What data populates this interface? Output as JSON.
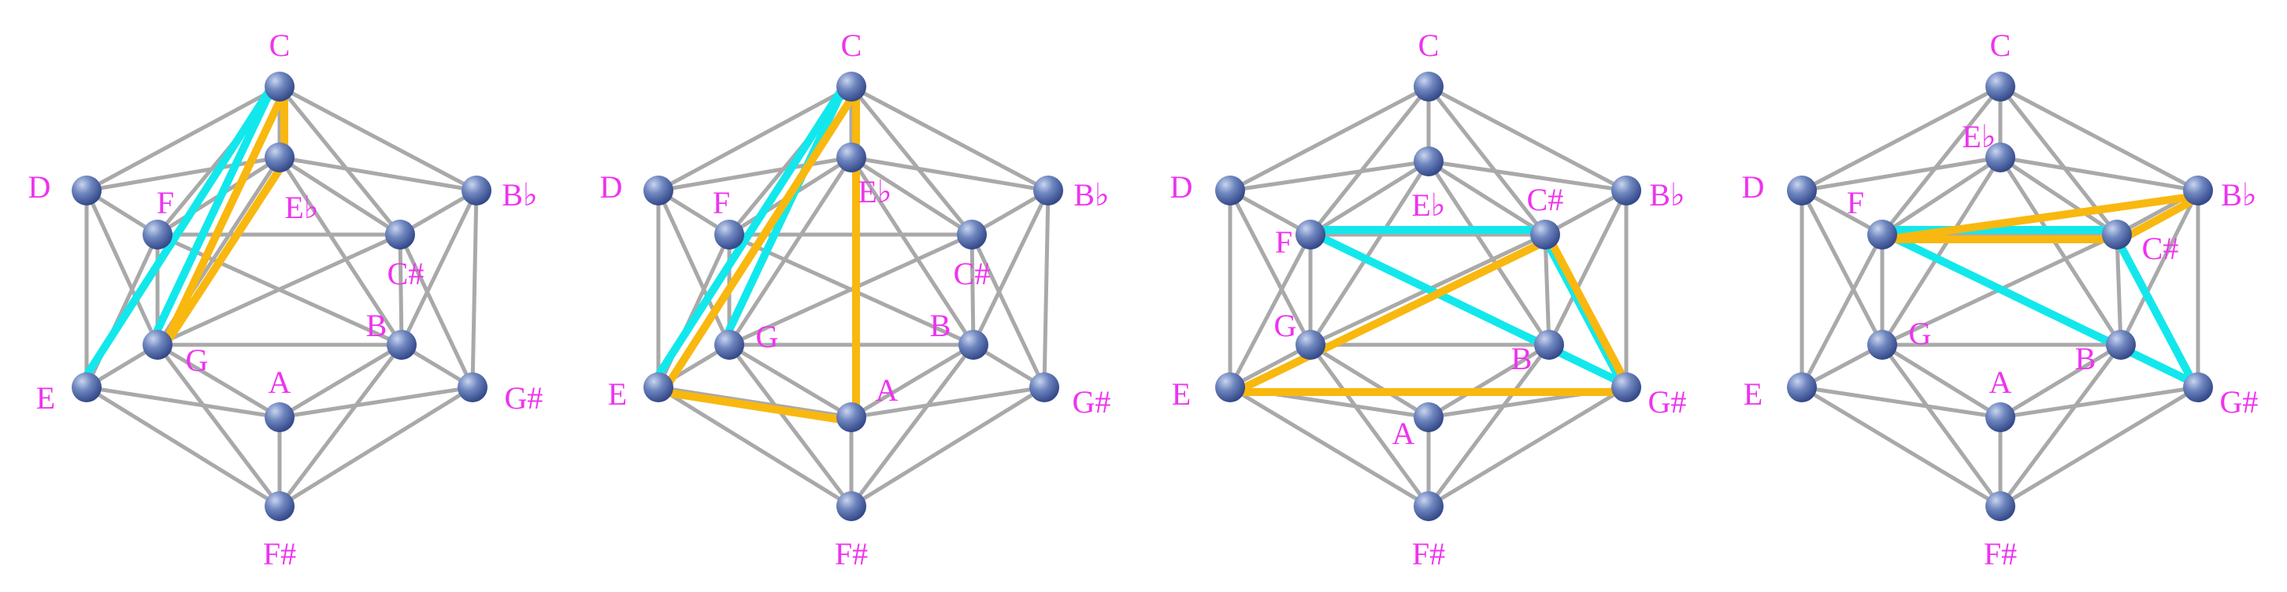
{
  "colors": {
    "edge": "#a9a9a9",
    "label": "#ee33ee",
    "cyan": "#12e8ec",
    "orange": "#f9b80f",
    "node_light": "#c9d5ef",
    "node_mid": "#6e86bf",
    "node_dark": "#34498a"
  },
  "panels": [
    {
      "labels": [
        {
          "id": "C",
          "text": "C"
        },
        {
          "id": "D",
          "text": "D"
        },
        {
          "id": "Bb",
          "text": "B♭"
        },
        {
          "id": "F",
          "text": "F"
        },
        {
          "id": "Eb",
          "text": "E♭"
        },
        {
          "id": "Cs",
          "text": "C#"
        },
        {
          "id": "G",
          "text": "G"
        },
        {
          "id": "B",
          "text": "B"
        },
        {
          "id": "E",
          "text": "E"
        },
        {
          "id": "Gs",
          "text": "G#"
        },
        {
          "id": "A",
          "text": "A"
        },
        {
          "id": "Fs",
          "text": "F#"
        }
      ],
      "cyan_lines": [
        [
          "C",
          "E"
        ],
        [
          "C",
          "G"
        ]
      ],
      "orange_lines": [
        [
          "C",
          "Eb"
        ],
        [
          "Eb",
          "G"
        ],
        [
          "C",
          "G"
        ]
      ]
    },
    {
      "labels": [
        {
          "id": "C",
          "text": "C"
        },
        {
          "id": "D",
          "text": "D"
        },
        {
          "id": "Bb",
          "text": "B♭"
        },
        {
          "id": "F",
          "text": "F"
        },
        {
          "id": "Eb",
          "text": "E♭"
        },
        {
          "id": "Cs",
          "text": "C#"
        },
        {
          "id": "G",
          "text": "G"
        },
        {
          "id": "B",
          "text": "B"
        },
        {
          "id": "E",
          "text": "E"
        },
        {
          "id": "Gs",
          "text": "G#"
        },
        {
          "id": "A",
          "text": "A"
        },
        {
          "id": "Fs",
          "text": "F#"
        }
      ],
      "cyan_lines": [
        [
          "C",
          "E"
        ],
        [
          "C",
          "G"
        ]
      ],
      "orange_lines": [
        [
          "C",
          "E"
        ],
        [
          "C",
          "A"
        ],
        [
          "E",
          "A"
        ]
      ]
    },
    {
      "labels": [
        {
          "id": "C",
          "text": "C"
        },
        {
          "id": "D",
          "text": "D"
        },
        {
          "id": "Bb",
          "text": "B♭"
        },
        {
          "id": "F",
          "text": "F"
        },
        {
          "id": "Eb",
          "text": "E♭"
        },
        {
          "id": "Cs",
          "text": "C#"
        },
        {
          "id": "G",
          "text": "G"
        },
        {
          "id": "B",
          "text": "B"
        },
        {
          "id": "E",
          "text": "E"
        },
        {
          "id": "Gs",
          "text": "G#"
        },
        {
          "id": "A",
          "text": "A"
        },
        {
          "id": "Fs",
          "text": "F#"
        }
      ],
      "cyan_lines": [
        [
          "F",
          "Cs"
        ],
        [
          "F",
          "Gs"
        ],
        [
          "Cs",
          "Gs"
        ]
      ],
      "orange_lines": [
        [
          "E",
          "Cs"
        ],
        [
          "E",
          "Gs"
        ],
        [
          "Cs",
          "Gs"
        ]
      ]
    },
    {
      "labels": [
        {
          "id": "C",
          "text": "C"
        },
        {
          "id": "D",
          "text": "D"
        },
        {
          "id": "Bb",
          "text": "B♭"
        },
        {
          "id": "F",
          "text": "F"
        },
        {
          "id": "Eb",
          "text": "E♭"
        },
        {
          "id": "Cs",
          "text": "C#"
        },
        {
          "id": "G",
          "text": "G"
        },
        {
          "id": "B",
          "text": "B"
        },
        {
          "id": "E",
          "text": "E"
        },
        {
          "id": "Gs",
          "text": "G#"
        },
        {
          "id": "A",
          "text": "A"
        },
        {
          "id": "Fs",
          "text": "F#"
        }
      ],
      "cyan_lines": [
        [
          "F",
          "Cs"
        ],
        [
          "F",
          "Gs"
        ],
        [
          "Cs",
          "Gs"
        ]
      ],
      "orange_lines": [
        [
          "F",
          "Bb"
        ],
        [
          "F",
          "Cs"
        ],
        [
          "Cs",
          "Bb"
        ]
      ]
    }
  ]
}
